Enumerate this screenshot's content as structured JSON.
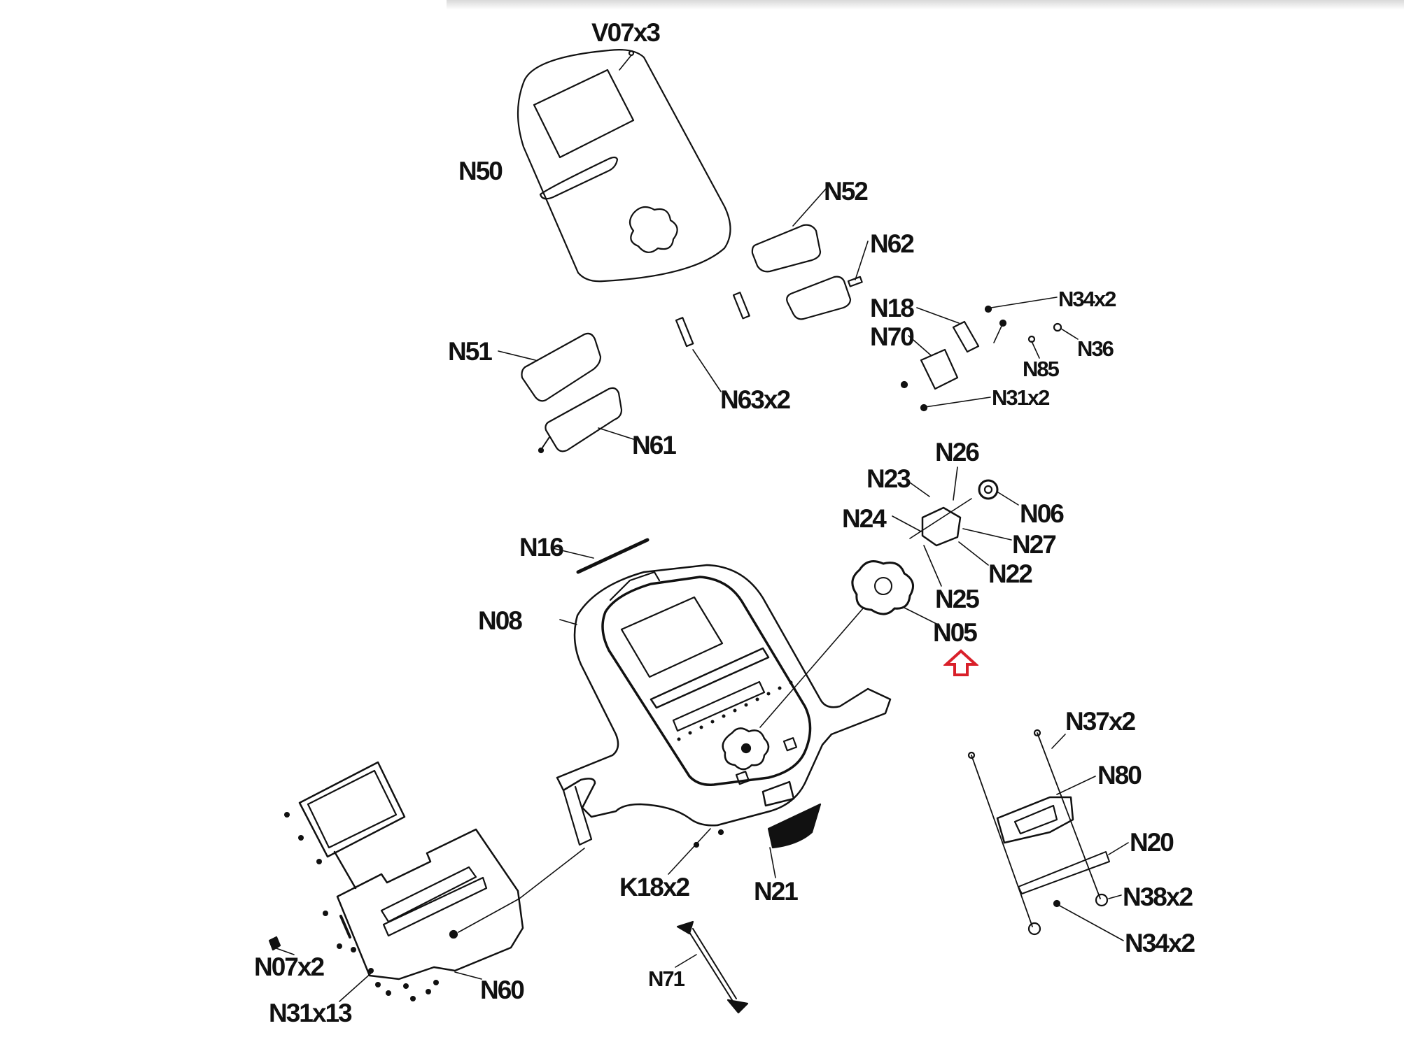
{
  "diagram": {
    "type": "exploded-parts-diagram",
    "subject": "fitness console assembly",
    "highlight_color": "#d9202a",
    "highlighted_part": "N05",
    "parts": {
      "V07": "V07x3",
      "N50": "N50",
      "N52": "N52",
      "N62": "N62",
      "N18": "N18",
      "N70": "N70",
      "N34_top": "N34x2",
      "N36": "N36",
      "N85": "N85",
      "N31_top": "N31x2",
      "N51": "N51",
      "N63": "N63x2",
      "N61": "N61",
      "N26": "N26",
      "N23": "N23",
      "N06": "N06",
      "N24": "N24",
      "N27": "N27",
      "N22": "N22",
      "N25": "N25",
      "N05": "N05",
      "N16": "N16",
      "N08": "N08",
      "N37": "N37x2",
      "N80": "N80",
      "N20": "N20",
      "N38": "N38x2",
      "N34_bottom": "N34x2",
      "K18": "K18x2",
      "N21": "N21",
      "N07": "N07x2",
      "N60": "N60",
      "N31_bottom": "N31x13",
      "N71": "N71"
    }
  }
}
